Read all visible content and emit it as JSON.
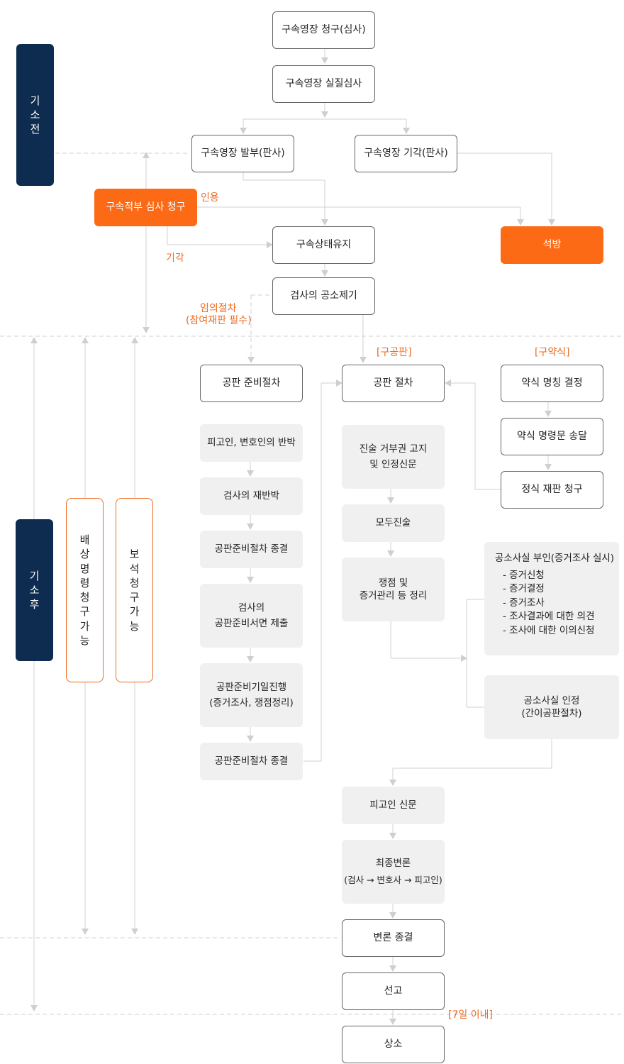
{
  "side": {
    "pre": "기소전",
    "post": "기소후",
    "compensation": "배상명령청구가능",
    "bail": "보석청구가능"
  },
  "top": {
    "request": "구속영장 청구(심사)",
    "hearing": "구속영장 실질심사",
    "issue": "구속영장 발부(판사)",
    "dismiss": "구속영장 기각(판사)",
    "review": "구속적부 심사 청구",
    "keep": "구속상태유지",
    "release": "석방",
    "indict": "검사의 공소제기",
    "accept": "인용",
    "reject": "기각",
    "optional_line1": "임의절차",
    "optional_line2": "(참여재판 필수)"
  },
  "tags": {
    "formal": "[구공판]",
    "summary": "[구약식]",
    "within7": "[7일 이내]"
  },
  "prep": {
    "start": "공판 준비절차",
    "rebut": "피고인, 변호인의 반박",
    "rerebut": "검사의 재반박",
    "end1": "공판준비절차 종결",
    "doc_line1": "검사의",
    "doc_line2": "공판준비서면 제출",
    "date_line1": "공판준비기일진행",
    "date_line2": "(증거조사, 쟁점정리)",
    "end2": "공판준비절차 종결"
  },
  "trial": {
    "start": "공판 절차",
    "notice_line1": "진술 거부권 고지",
    "notice_line2": "및 인정신문",
    "opening": "모두진술",
    "issue_line1": "쟁점 및",
    "issue_line2": "증거관리 등 정리",
    "deny_title": "공소사실 부인(증거조사 실시)",
    "deny_items": [
      "- 증거신청",
      "- 증거결정",
      "- 증거조사",
      "- 조사결과에 대한 의견",
      "- 조사에 대한 이의신청"
    ],
    "admit_line1": "공소사실 인정",
    "admit_line2": "(간이공판절차)",
    "exam": "피고인 신문",
    "final_line1": "최종변론",
    "final_line2": "(검사 → 변호사 → 피고인)",
    "close": "변론 종결",
    "sentence": "선고",
    "appeal": "상소"
  },
  "summary": {
    "decision": "약식 명칭 결정",
    "send": "약식 명령문 송달",
    "formal": "정식 재판 청구"
  },
  "colors": {
    "navy": "#0e2c4f",
    "orange": "#fd6a16",
    "gray": "#f0f0f0",
    "line": "#cfcfcf"
  }
}
